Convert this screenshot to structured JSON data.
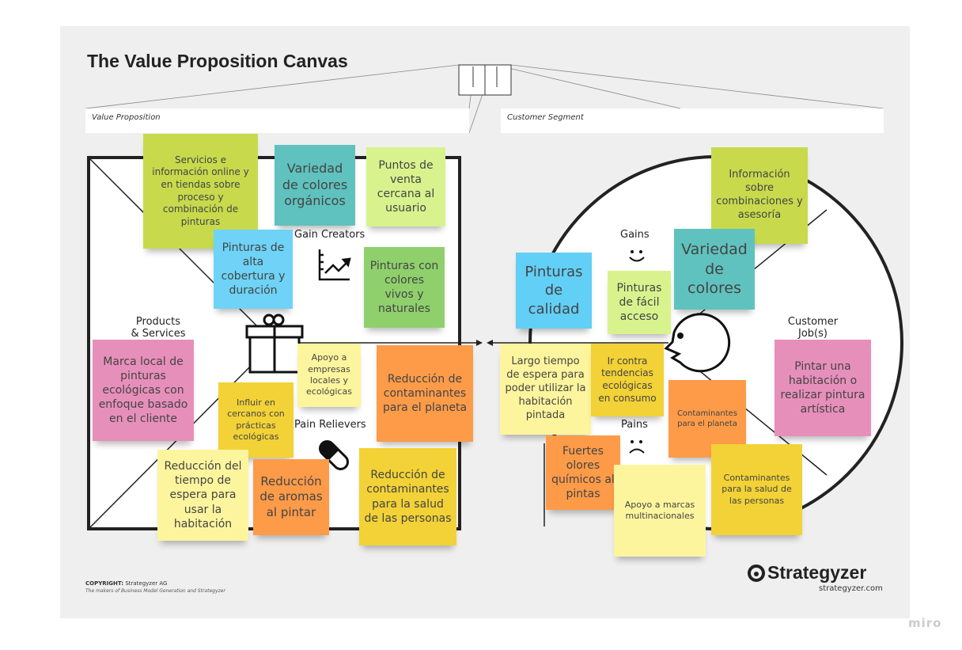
{
  "title": "The Value Proposition Canvas",
  "headers": {
    "value_proposition": "Value Proposition",
    "customer_segment": "Customer Segment"
  },
  "labels": {
    "gain_creators": "Gain Creators",
    "products_services": "Products\n& Services",
    "pain_relievers": "Pain Relievers",
    "gains": "Gains",
    "customer_jobs": "Customer\nJob(s)",
    "pains": "Pains"
  },
  "stickies": [
    {
      "text": "Servicios e información online y en tiendas sobre proceso y combinación de pinturas",
      "color": "#c8da4c"
    },
    {
      "text": "Variedad de colores orgánicos",
      "color": "#5fc2be"
    },
    {
      "text": "Puntos de venta cercana al usuario",
      "color": "#d8f38e"
    },
    {
      "text": "Pinturas de alta cobertura y duración",
      "color": "#6ed3f6"
    },
    {
      "text": "Pinturas con colores vivos y naturales",
      "color": "#8fd06c"
    },
    {
      "text": "Marca local de pinturas ecológicas con enfoque basado en el cliente",
      "color": "#e78fbb"
    },
    {
      "text": "Apoyo a empresas locales y ecológicas",
      "color": "#fdf59d"
    },
    {
      "text": "Reducción de contaminantes para el planeta",
      "color": "#fd9b49"
    },
    {
      "text": "Influir en cercanos con prácticas ecológicas",
      "color": "#f2d236"
    },
    {
      "text": "Reducción del tiempo de espera para usar la habitación",
      "color": "#fdf59d"
    },
    {
      "text": "Reducción de aromas al pintar",
      "color": "#fd9b49"
    },
    {
      "text": "Reducción de contaminantes para la salud de las personas",
      "color": "#f2d236"
    },
    {
      "text": "Información sobre combinaciones y asesoría",
      "color": "#c8da4c"
    },
    {
      "text": "Pinturas de calidad",
      "color": "#62cff6"
    },
    {
      "text": "Pinturas de fácil acceso",
      "color": "#d8f38e"
    },
    {
      "text": "Variedad de colores",
      "color": "#5fc2be"
    },
    {
      "text": "Pintar una habitación o realizar pintura artística",
      "color": "#e78fbb"
    },
    {
      "text": "Largo tiempo de espera para poder utilizar la habitación pintada",
      "color": "#fdf59d"
    },
    {
      "text": "Ir contra tendencias ecológicas en consumo",
      "color": "#f2d236"
    },
    {
      "text": "Contaminantes para el planeta",
      "color": "#fd9b49"
    },
    {
      "text": "Fuertes olores químicos al pintas",
      "color": "#fd9b49"
    },
    {
      "text": "Apoyo a marcas multinacionales",
      "color": "#fdf59d"
    },
    {
      "text": "Contaminantes para la salud de las personas",
      "color": "#f2d236"
    }
  ],
  "footer": {
    "copyright_label": "COPYRIGHT:",
    "copyright_owner": "Strategyzer AG",
    "tagline": "The makers of Business Model Generation and Strategyzer",
    "logo": "Strategyzer",
    "url": "strategyzer.com"
  },
  "watermark": "miro"
}
